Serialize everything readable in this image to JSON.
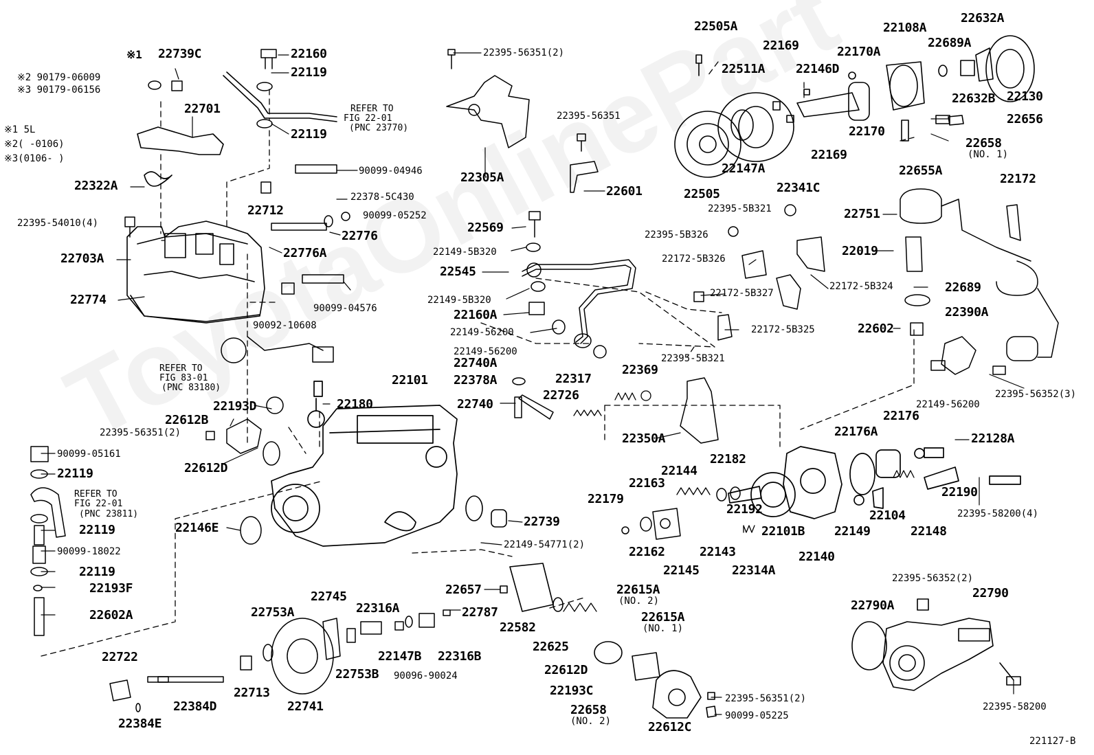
{
  "watermark": "ToyotaOnlinePart",
  "diagram_code": "221127-B",
  "notes": {
    "n1": "※1 5L",
    "n2": "※2(      -0106)",
    "n3": "※3(0106-      )",
    "n1_tag": "※1",
    "n2_part": "※2 90179-06009",
    "n3_part": "※3 90179-06156"
  },
  "refs": {
    "r1": [
      "REFER TO",
      "FIG 22-01",
      "(PNC 23770)"
    ],
    "r2": [
      "REFER TO",
      "FIG 83-01",
      "(PNC 83180)"
    ],
    "r3": [
      "REFER TO",
      "FIG 22-01",
      "(PNC 23811)"
    ]
  },
  "labels": {
    "p22739C": "22739C",
    "p22160a": "22160",
    "p22119a": "22119",
    "p22119b": "22119",
    "p22701": "22701",
    "p22322A": "22322A",
    "p90099_04946": "90099-04946",
    "p22378_5C430": "22378-5C430",
    "p22712": "22712",
    "p90099_05252": "90099-05252",
    "p22395_54010": "22395-54010(4)",
    "p22776": "22776",
    "p22776A": "22776A",
    "p22703A": "22703A",
    "p22774": "22774",
    "p90099_04576": "90099-04576",
    "p90092_10608": "90092-10608",
    "p22395_56351_2a": "22395-56351(2)",
    "p22395_56351": "22395-56351",
    "p22305A": "22305A",
    "p22601": "22601",
    "p22569": "22569",
    "p22149_5B320a": "22149-5B320",
    "p22545": "22545",
    "p22149_5B320b": "22149-5B320",
    "p22160A": "22160A",
    "p22149_56200a": "22149-56200",
    "p22149_56200b": "22149-56200",
    "p22740A": "22740A",
    "p22378A": "22378A",
    "p22740": "22740",
    "p22317": "22317",
    "p22369": "22369",
    "p22726": "22726",
    "p22505A": "22505A",
    "p22169a": "22169",
    "p22511A": "22511A",
    "p22146D": "22146D",
    "p22170A": "22170A",
    "p22108A": "22108A",
    "p22689A": "22689A",
    "p22632A": "22632A",
    "p22632B": "22632B",
    "p22130": "22130",
    "p22656": "22656",
    "p22170": "22170",
    "p22169b": "22169",
    "p22658a": "22658",
    "p22658a_sub": "(NO. 1)",
    "p22147A": "22147A",
    "p22341C": "22341C",
    "p22655A": "22655A",
    "p22505": "22505",
    "p22395_5B321a": "22395-5B321",
    "p22395_5B326": "22395-5B326",
    "p22172_5B326": "22172-5B326",
    "p22172_5B327": "22172-5B327",
    "p22172_5B324": "22172-5B324",
    "p22172_5B325": "22172-5B325",
    "p22395_5B321b": "22395-5B321",
    "p22751": "22751",
    "p22172": "22172",
    "p22019": "22019",
    "p22689": "22689",
    "p22602": "22602",
    "p22390A": "22390A",
    "p22395_56352_3": "22395-56352(3)",
    "p22101": "22101",
    "p22180": "22180",
    "p22193D": "22193D",
    "p22612B": "22612B",
    "p22395_56351_2b": "22395-56351(2)",
    "p22612D_a": "22612D",
    "p90099_05161": "90099-05161",
    "p22119c": "22119",
    "p22119d": "22119",
    "p90099_18022": "90099-18022",
    "p22119e": "22119",
    "p22193F": "22193F",
    "p22602A": "22602A",
    "p22146E": "22146E",
    "p22739": "22739",
    "p22149_54771": "22149-54771(2)",
    "p22350A": "22350A",
    "p22179": "22179",
    "p22163": "22163",
    "p22144": "22144",
    "p22182": "22182",
    "p22162": "22162",
    "p22145": "22145",
    "p22143": "22143",
    "p22192": "22192",
    "p22101B": "22101B",
    "p22314A": "22314A",
    "p22140": "22140",
    "p22176A": "22176A",
    "p22176": "22176",
    "p22149_56200c": "22149-56200",
    "p22128A": "22128A",
    "p22190": "22190",
    "p22395_58200_4": "22395-58200(4)",
    "p22104": "22104",
    "p22149": "22149",
    "p22148": "22148",
    "p22657": "22657",
    "p22582": "22582",
    "p22625": "22625",
    "p22615A_2": "22615A",
    "p22615A_2_sub": "(NO. 2)",
    "p22615A_1": "22615A",
    "p22615A_1_sub": "(NO. 1)",
    "p22612D_b": "22612D",
    "p22193C": "22193C",
    "p22658b": "22658",
    "p22658b_sub": "(NO. 2)",
    "p22612C": "22612C",
    "p22395_56351_2c": "22395-56351(2)",
    "p90099_05225": "90099-05225",
    "p22745": "22745",
    "p22316A": "22316A",
    "p22787": "22787",
    "p22753A": "22753A",
    "p22147B": "22147B",
    "p22316B": "22316B",
    "p22753B": "22753B",
    "p90096_90024": "90096-90024",
    "p22722": "22722",
    "p22384D": "22384D",
    "p22713": "22713",
    "p22741": "22741",
    "p22384E": "22384E",
    "p22395_56352_2": "22395-56352(2)",
    "p22790": "22790",
    "p22790A": "22790A",
    "p22395_58200": "22395-58200"
  }
}
